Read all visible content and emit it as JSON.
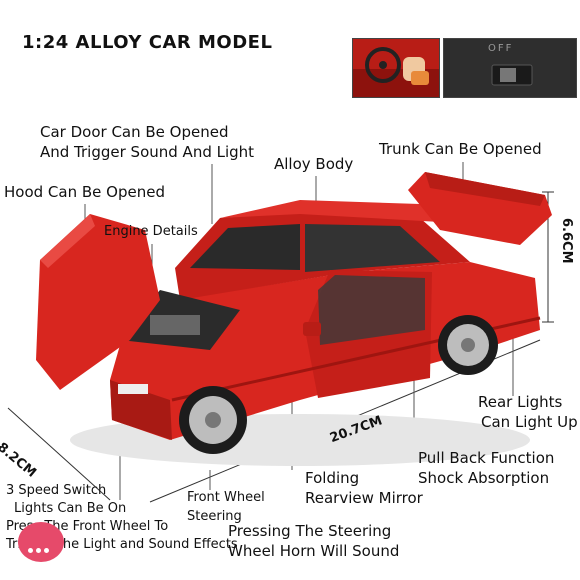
{
  "title": "1:24 ALLOY CAR MODEL",
  "thumb2_text": "OFF",
  "labels": {
    "door": [
      "Car Door Can Be Opened",
      "And Trigger Sound And Light"
    ],
    "alloy": "Alloy Body",
    "trunk": "Trunk Can Be Opened",
    "hood": "Hood Can Be Opened",
    "engine": "Engine Details",
    "rear_lights": [
      "Rear Lights",
      "Can Light Up"
    ],
    "pullback": [
      "Pull Back Function",
      "Shock Absorption"
    ],
    "folding": [
      "Folding",
      "Rearview Mirror"
    ],
    "front_wheel": [
      "Front Wheel",
      "Steering"
    ],
    "horn": [
      "Pressing The Steering",
      "Wheel Horn Will Sound"
    ],
    "speed": [
      "3 Speed Switch",
      "Lights Can Be On",
      "Press The Front Wheel To",
      "Trigger The Light and Sound Effects"
    ]
  },
  "dimensions": {
    "height": "6.6CM",
    "width": "8.2CM",
    "length": "20.7CM"
  },
  "colors": {
    "car": "#d8261f",
    "car_dark": "#9e1510",
    "accent": "#e64a6a"
  }
}
